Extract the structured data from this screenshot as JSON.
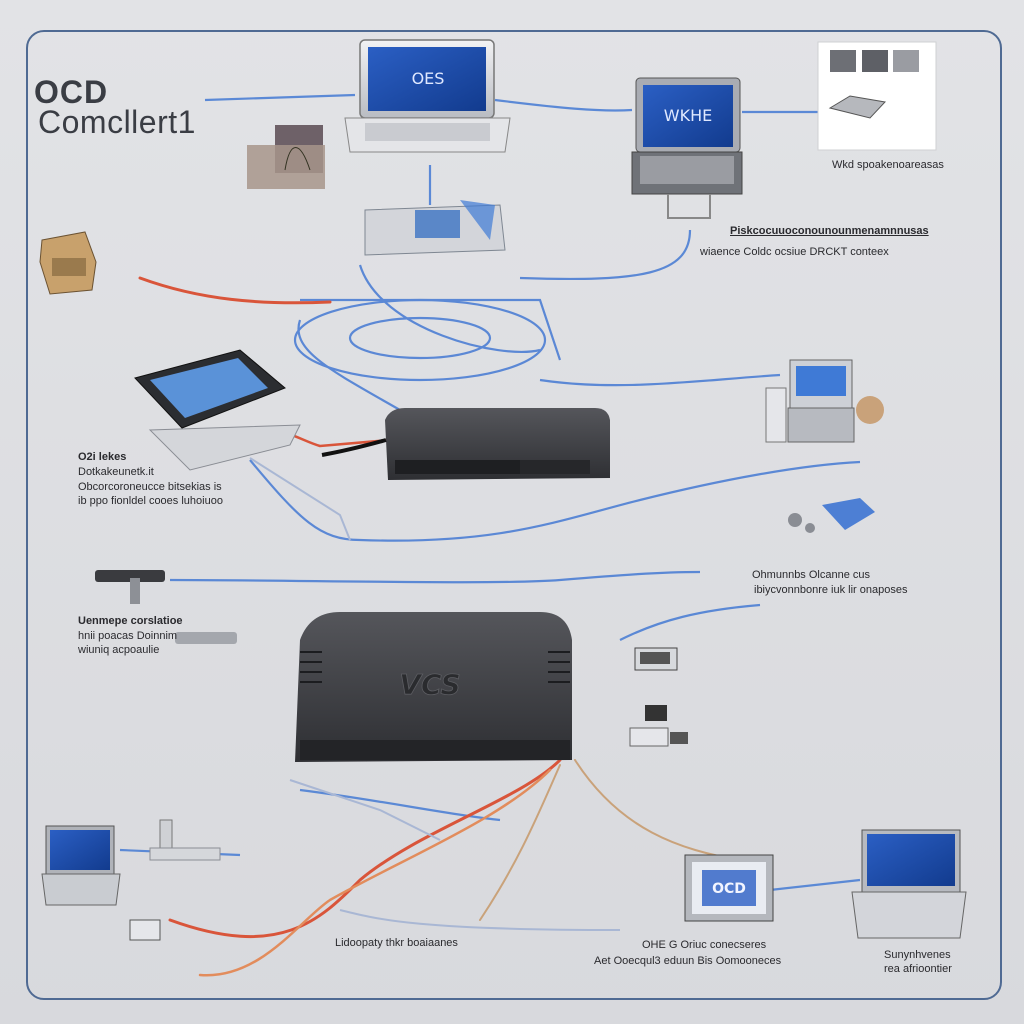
{
  "title": {
    "line1": "OCD",
    "line2": "Comcllert1"
  },
  "screens": {
    "top_laptop": "OES",
    "right_laptop": "WKHE",
    "bottom_monitor": "OCD",
    "main_device": "VCS"
  },
  "labels": [
    {
      "id": "lbl-top-right",
      "text": "Wkd spoakenoareasas"
    },
    {
      "id": "lbl-mid-right-1",
      "text": "Piskcocuuoconounounmenamnnusas"
    },
    {
      "id": "lbl-mid-right-2",
      "text": "wiaence Coldc ocsiue DRCKT conteex"
    },
    {
      "id": "lbl-left-1",
      "text": "O2i lekes"
    },
    {
      "id": "lbl-left-2",
      "text": "Dotkakeunetk.it"
    },
    {
      "id": "lbl-left-3",
      "text": "Obcorcoroneucce bitsekias is"
    },
    {
      "id": "lbl-left-4",
      "text": "ib ppo fionldel cooes luhoiuoo"
    },
    {
      "id": "lbl-right-mid-1",
      "text": "Ohmunnbs Olcanne cus"
    },
    {
      "id": "lbl-right-mid-2",
      "text": "ibiycvonnbonre iuk lir onaposes"
    },
    {
      "id": "lbl-left-b1",
      "text": "Uenmepe corslatioe"
    },
    {
      "id": "lbl-left-b2",
      "text": "hnii poacas Doinnim"
    },
    {
      "id": "lbl-left-b3",
      "text": "wiuniq acpoaulie"
    },
    {
      "id": "lbl-bottom-1",
      "text": "Lidoopaty thkr boaiaanes"
    },
    {
      "id": "lbl-bottom-2",
      "text": "OHE G Oriuc conecseres"
    },
    {
      "id": "lbl-bottom-3",
      "text": "Aet Ooecqul3 eduun Bis Oomooneces"
    },
    {
      "id": "lbl-bottom-r1",
      "text": "Sunynhvenes"
    },
    {
      "id": "lbl-bottom-r2",
      "text": "rea afrioontier"
    }
  ],
  "colors": {
    "frame": "#4f6a93",
    "wire_blue": "#4d7fd4",
    "wire_red": "#d9553a",
    "device_dark": "#3f4044",
    "screen_blue": "#1f4aa8"
  }
}
